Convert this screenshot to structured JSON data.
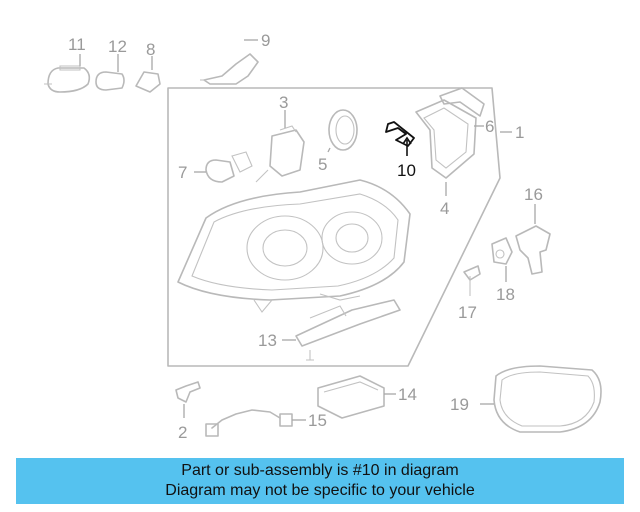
{
  "diagram": {
    "callouts": {
      "c1": "1",
      "c2": "2",
      "c3": "3",
      "c4": "4",
      "c5": "5",
      "c6": "6",
      "c7": "7",
      "c8": "8",
      "c9": "9",
      "c10": "10",
      "c11": "11",
      "c12": "12",
      "c13": "13",
      "c14": "14",
      "c15": "15",
      "c16": "16",
      "c17": "17",
      "c18": "18",
      "c19": "19"
    },
    "highlighted_callout": "10",
    "colors": {
      "line_art": "#b9b9b9",
      "highlight": "#111111",
      "banner": "#55c2ef"
    }
  },
  "caption": {
    "line1": "Part or sub-assembly is #10 in diagram",
    "line2": "Diagram may not be specific to your vehicle"
  }
}
